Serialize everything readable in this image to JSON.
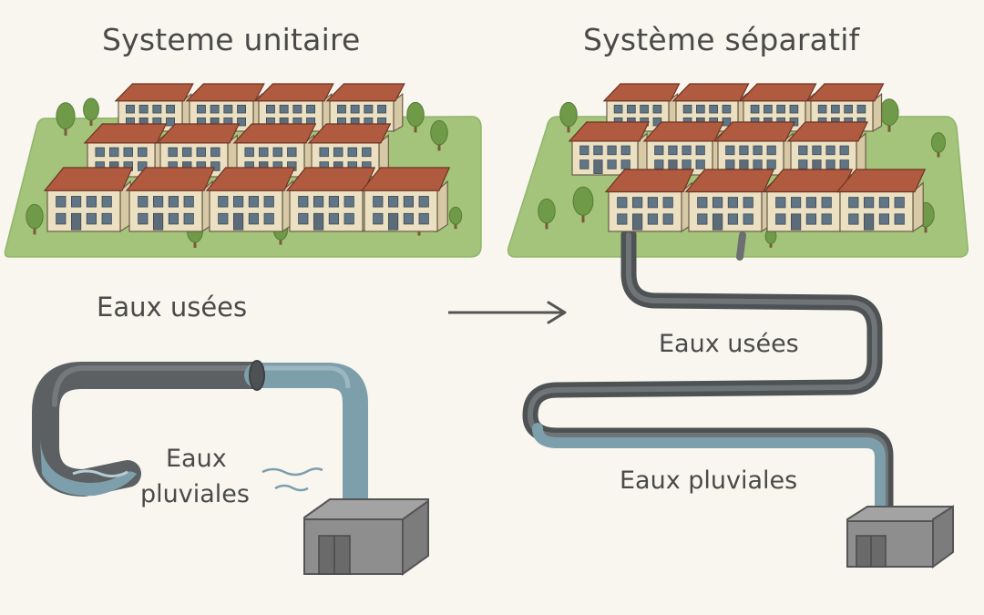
{
  "left": {
    "title": "Systeme unitaire",
    "label_wastewater": "Eaux usées",
    "label_stormwater_line1": "Eaux",
    "label_stormwater_line2": "pluviales"
  },
  "right": {
    "title": "Système séparatif",
    "label_wastewater": "Eaux usées",
    "label_stormwater": "Eaux pluviales"
  },
  "colors": {
    "background": "#f8f6ef",
    "grass": "#a3c47a",
    "roof": "#b05a3f",
    "wall": "#ece0c2",
    "pipe_dark": "#5a5a5a",
    "pipe_water": "#7d9fac",
    "text": "#4a4a4a"
  },
  "icons": [
    "house-icon",
    "tree-icon",
    "arrow-right-icon",
    "treatment-plant-icon"
  ]
}
